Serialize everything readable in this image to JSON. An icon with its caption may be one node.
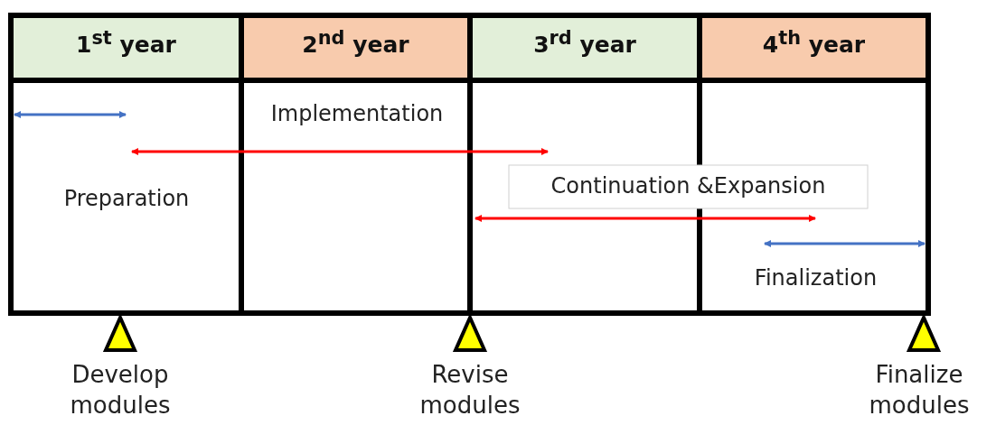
{
  "diagram": {
    "labels": [
      "1$^{st}$ year",
      "2$^{nd}$ year",
      "3$^{rd}$ year",
      "4$^{th}$ year",
      "Implementation",
      "Continuation &Expansion",
      "Preparation",
      "Finalization",
      "Develop modules",
      "Revise modules",
      "Finalize modules"
    ]
  }
}
